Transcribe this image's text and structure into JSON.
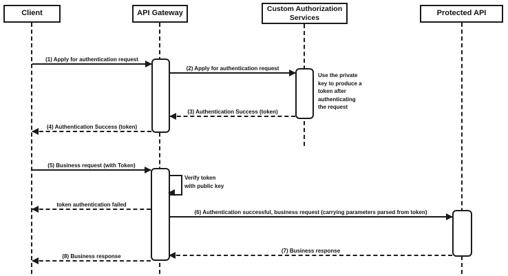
{
  "diagram_type": "uml-sequence",
  "participants": [
    {
      "id": "client",
      "label": "Client"
    },
    {
      "id": "api-gateway",
      "label": "API Gateway"
    },
    {
      "id": "custom-authorization-services",
      "label": "Custom Authorization Services"
    },
    {
      "id": "protected-api",
      "label": "Protected API"
    }
  ],
  "messages": {
    "m1": "(1) Apply for authentication request",
    "m2": "(2) Apply for authentication request",
    "m3": "(3) Authentication Success (token)",
    "m4": "(4) Authentication Success (token)",
    "m5": "(5) Business request (with Token)",
    "self_message": "Verify token\nwith public key",
    "token_failed": "token authentication failed",
    "m6": "(6) Authentication successful, business request (carrying parameters parsed from token)",
    "m7": "(7) Business response",
    "m8": "(8) Business response"
  },
  "note": "Use the private\nkey to produce a\ntoken after\nauthenticating\nthe request",
  "colors": {
    "line": "#1a1a1a",
    "background": "#ffffff",
    "box_fill": "#ffffff",
    "text": "#111111"
  }
}
